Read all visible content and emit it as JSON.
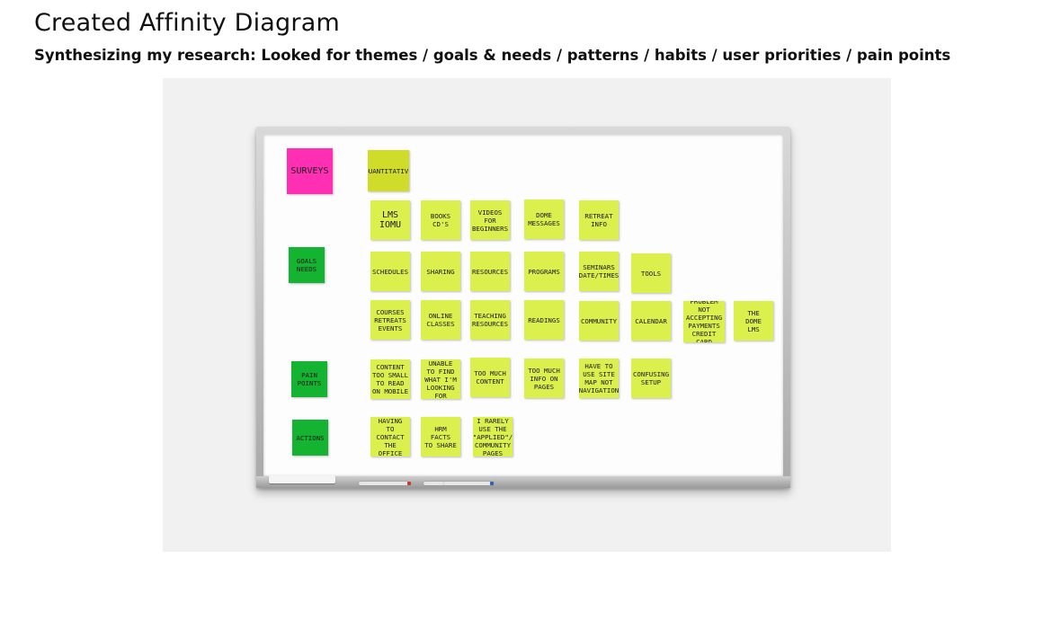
{
  "header": {
    "title": "Created Affinity Diagram",
    "subtitle": "Synthesizing my research: Looked for themes / goals & needs / patterns / habits / user priorities / pain points"
  },
  "categories": {
    "surveys": "SURVEYS",
    "goals_needs": "GOALS\nNEEDS",
    "pain_points": "PAIN POINTS",
    "actions": "ACTIONS"
  },
  "notes": {
    "quantitative": "QUANTITATIVE",
    "row1": [
      "LMS\nIOMU",
      "BOOKS\nCD'S",
      "VIDEOS\nFOR\nBEGINNERS",
      "DOME\nMESSAGES",
      "RETREAT\nINFO"
    ],
    "row2": [
      "SCHEDULES",
      "SHARING",
      "RESOURCES",
      "PROGRAMS",
      "SEMINARS\nDATE/TIMES",
      "TOOLS"
    ],
    "row3": [
      "COURSES\nRETREATS\nEVENTS",
      "ONLINE\nCLASSES",
      "TEACHING\nRESOURCES",
      "READINGS",
      "COMMUNITY",
      "CALENDAR",
      "PROBLEM\nNOT ACCEPTING\nPAYMENTS\nCREDIT CARD",
      "THE\nDOME\nLMS"
    ],
    "row4": [
      "CONTENT\nTOO SMALL\nTO READ\nON MOBILE",
      "UNABLE\nTO FIND\nWHAT I'M\nLOOKING FOR",
      "TOO MUCH\nCONTENT",
      "TOO MUCH\nINFO ON\nPAGES",
      "HAVE TO\nUSE SITE\nMAP NOT\nNAVIGATION",
      "CONFUSING\nSETUP"
    ],
    "row5": [
      "HAVING\nTO CONTACT\nTHE OFFICE",
      "HRM\nFACTS\nTO SHARE",
      "I RARELY\nUSE THE\n\"APPLIED\"/\nCOMMUNITY PAGES"
    ]
  },
  "colors": {
    "surveys": "#ff2fb3",
    "category_green": "#14b332",
    "note_lime": "#dbf04d",
    "note_olive": "#cfdd2a"
  }
}
